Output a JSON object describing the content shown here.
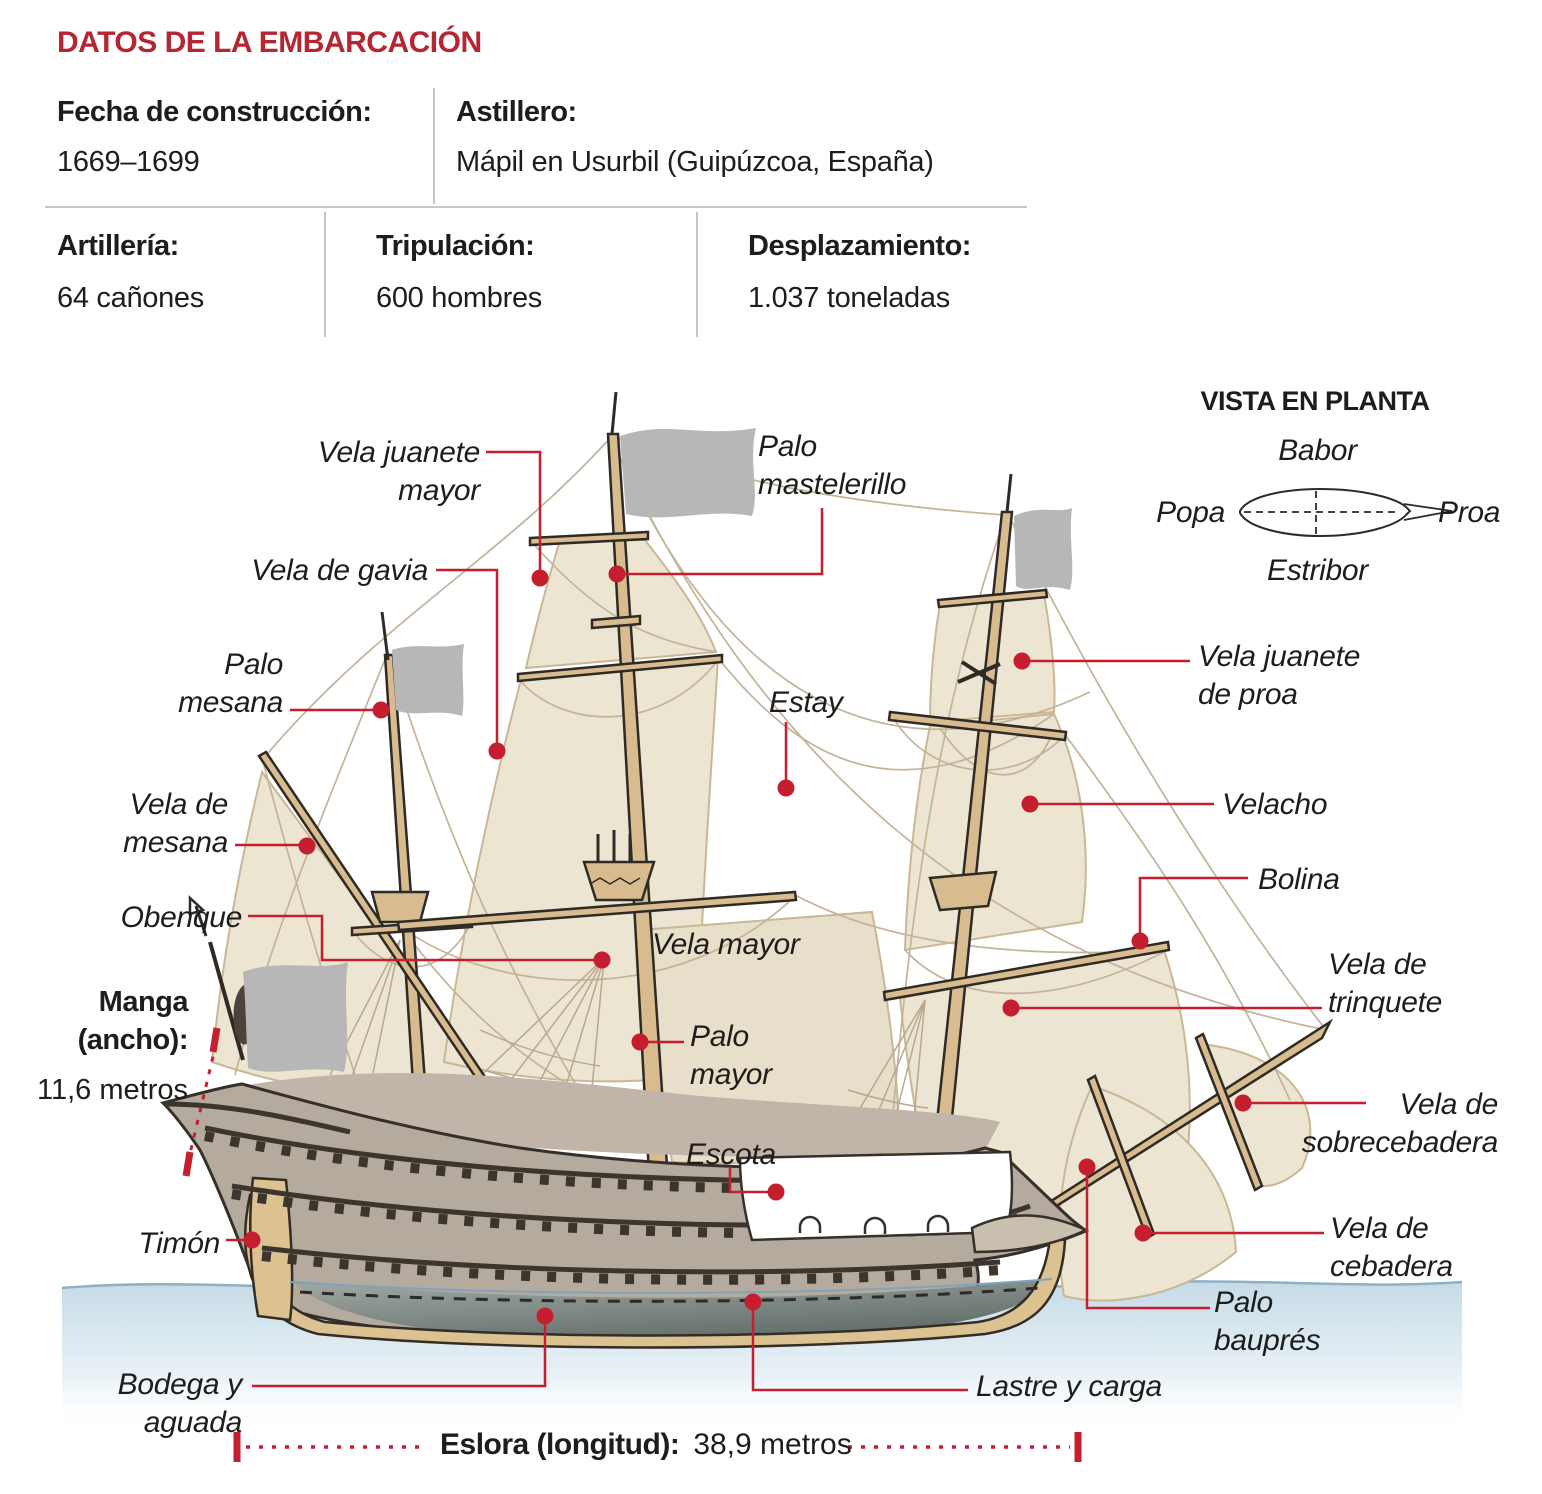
{
  "header": {
    "title": "DATOS DE LA EMBARCACIÓN",
    "fields": [
      {
        "label": "Fecha de construcción:",
        "value": "1669–1699"
      },
      {
        "label": "Astillero:",
        "value": "Mápil en Usurbil (Guipúzcoa, España)"
      },
      {
        "label": "Artillería:",
        "value": "64 cañones"
      },
      {
        "label": "Tripulación:",
        "value": "600 hombres"
      },
      {
        "label": "Desplazamiento:",
        "value": "1.037 toneladas"
      }
    ]
  },
  "plan_view": {
    "title": "VISTA EN PLANTA",
    "top": "Babor",
    "left": "Popa",
    "right": "Proa",
    "bottom": "Estribor"
  },
  "labels": {
    "vela_juanete_mayor": "Vela juanete\nmayor",
    "vela_de_gavia": "Vela de gavia",
    "palo_mesana": "Palo\nmesana",
    "vela_de_mesana": "Vela de\nmesana",
    "obenque": "Obenque",
    "timon": "Timón",
    "bodega_y_aguada": "Bodega y aguada",
    "palo_mastelerillo": "Palo\nmastelerillo",
    "estay": "Estay",
    "vela_mayor": "Vela mayor",
    "palo_mayor": "Palo\nmayor",
    "escota": "Escota",
    "lastre_y_carga": "Lastre y carga",
    "palo_baupres": "Palo\nbauprés",
    "vela_juanete_de_proa": "Vela juanete\nde proa",
    "velacho": "Velacho",
    "bolina": "Bolina",
    "vela_de_trinquete": "Vela de\ntrinquete",
    "vela_de_sobrecebadera": "Vela de\nsobrecebadera",
    "vela_de_cebadera": "Vela de\ncebadera"
  },
  "measurements": {
    "beam": {
      "label": "Manga\n(ancho):",
      "value": "11,6 metros"
    },
    "length": {
      "label": "Eslora (longitud):",
      "value": "38,9 metros"
    }
  },
  "colors": {
    "accent_red": "#c41e2f",
    "title_red": "#b52532",
    "sail_cream": "#ece5d1",
    "wood_tan": "#d8bc8f",
    "hull_taupe": "#b4aa9e",
    "flag_gray": "#b7b7b7",
    "water_blue": "#c6dbe7"
  }
}
